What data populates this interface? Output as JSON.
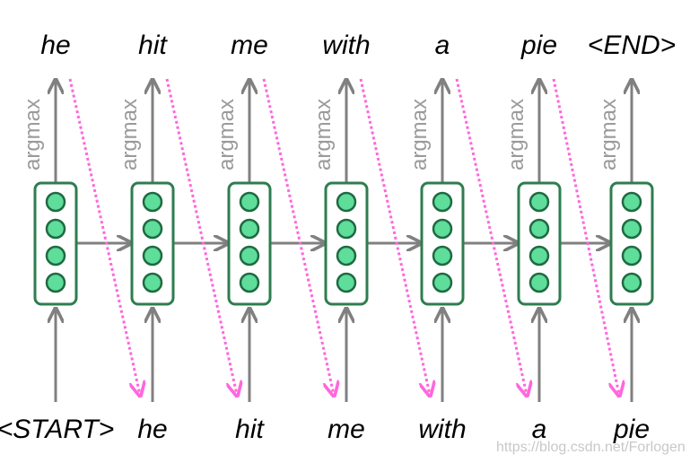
{
  "output_words": [
    "he",
    "hit",
    "me",
    "with",
    "a",
    "pie",
    "<END>"
  ],
  "input_words": [
    "<START>",
    "he",
    "hit",
    "me",
    "with",
    "a",
    "pie"
  ],
  "argmax_label": "argmax",
  "watermark": "https://blog.csdn.net/Forlogen",
  "colors": {
    "cell_border": "#2e7d4f",
    "neuron_fill": "#5fdd9a",
    "neuron_stroke": "#1f6a42",
    "arrow": "#808080",
    "feedback": "#ff66dd",
    "argmax_text": "#9a9a9a"
  }
}
